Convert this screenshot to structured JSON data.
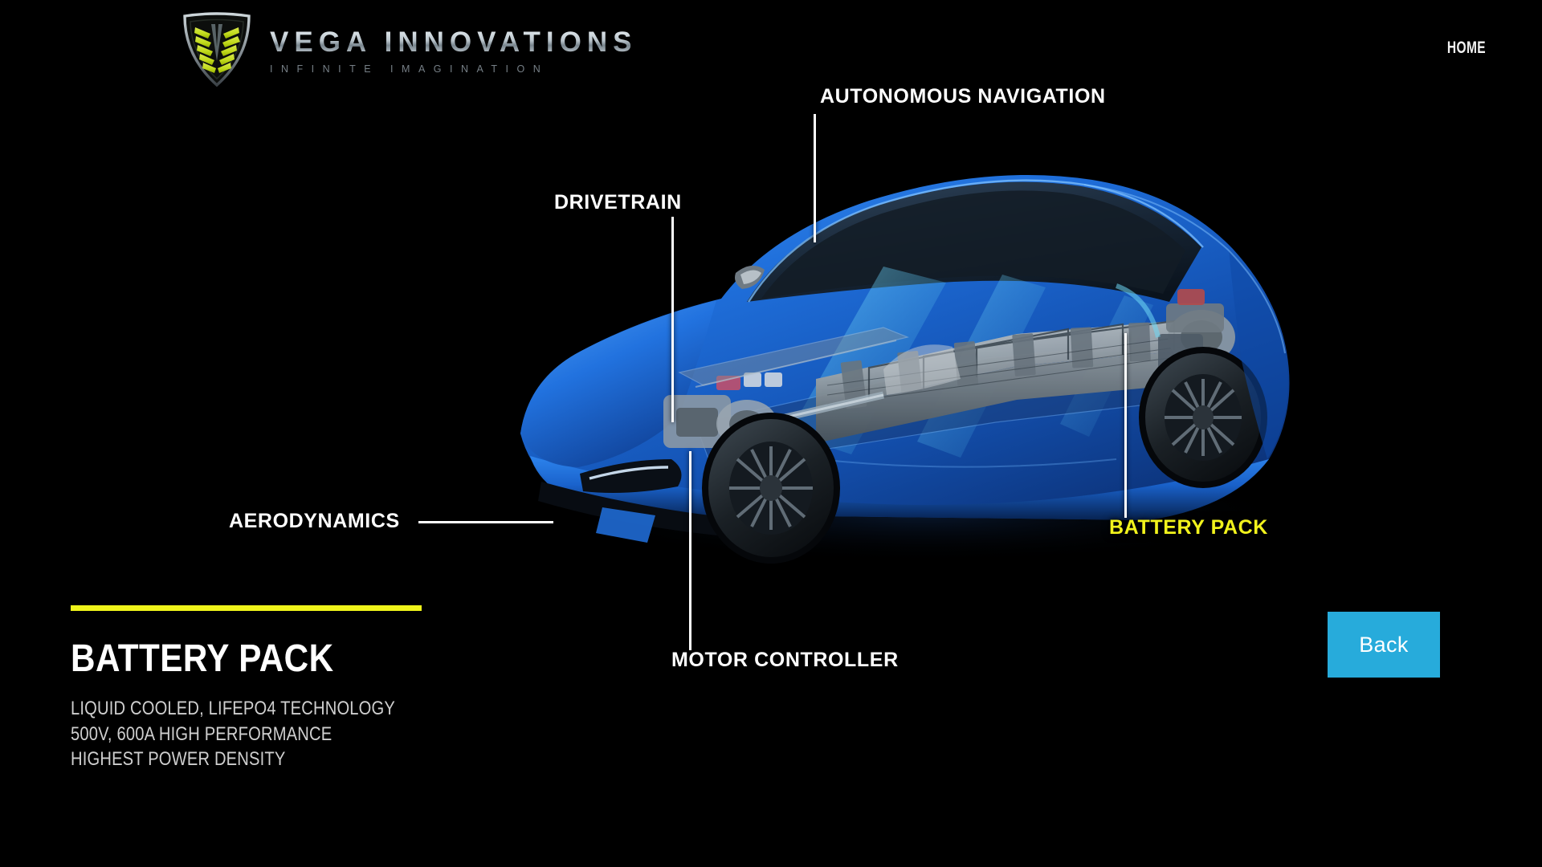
{
  "header": {
    "logo_icon": "vega-shield-icon",
    "brand_name": "VEGA INNOVATIONS",
    "brand_tagline": "INFINITE IMAGINATION",
    "nav": [
      {
        "label": "HOME"
      }
    ]
  },
  "stage": {
    "figure_name": "electric-sports-car-cutaway",
    "callouts": [
      {
        "id": "autonav",
        "label": "AUTONOMOUS NAVIGATION",
        "active": false
      },
      {
        "id": "drivetrain",
        "label": "DRIVETRAIN",
        "active": false
      },
      {
        "id": "aero",
        "label": "AERODYNAMICS",
        "active": false
      },
      {
        "id": "motor",
        "label": "MOTOR CONTROLLER",
        "active": false
      },
      {
        "id": "battery",
        "label": "BATTERY PACK",
        "active": true
      }
    ]
  },
  "info_panel": {
    "title": "BATTERY PACK",
    "specs": [
      "LIQUID COOLED, LIFEPO4 TECHNOLOGY",
      "500V, 600A HIGH PERFORMANCE",
      "HIGHEST POWER DENSITY"
    ]
  },
  "footer": {
    "back_label": "Back"
  },
  "colors": {
    "background": "#000000",
    "accent_yellow": "#eff31a",
    "active_label": "#f2f31c",
    "button_cyan": "#27abdb",
    "body_text": "#cfcfcf",
    "car_blue": "#1769d6"
  }
}
